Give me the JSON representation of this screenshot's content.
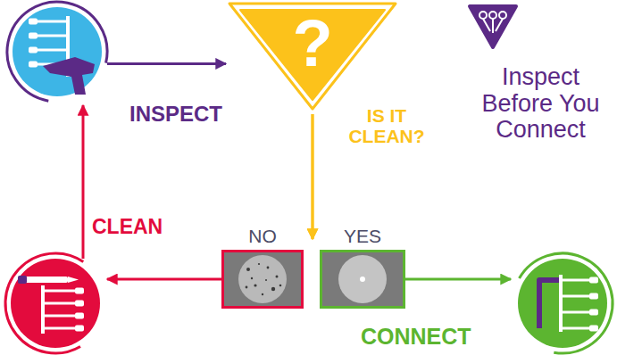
{
  "diagram": {
    "nodes": [
      {
        "text": [
          "INSPECT"
        ]
      },
      {
        "text": [
          "?",
          "IS IT CLEAN?"
        ]
      },
      {
        "text": [
          "NO"
        ]
      },
      {
        "text": [
          "YES"
        ]
      },
      {
        "text": [
          "CLEAN"
        ]
      },
      {
        "text": [
          "CONNECT"
        ]
      }
    ],
    "edges": [
      {
        "from": 0,
        "to": 1,
        "arrow": "to"
      },
      {
        "from": 1,
        "to": 2,
        "arrow": "to"
      },
      {
        "from": 1,
        "to": 3,
        "arrow": "to"
      },
      {
        "from": 2,
        "to": 4,
        "arrow": "to"
      },
      {
        "from": 3,
        "to": 5,
        "arrow": "to"
      },
      {
        "from": 4,
        "to": 0,
        "arrow": "to"
      }
    ],
    "labels": [
      "Inspect Before You Connect"
    ]
  }
}
